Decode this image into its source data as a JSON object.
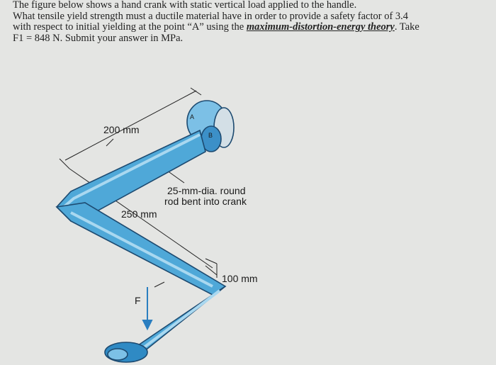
{
  "problem": {
    "line1": "The figure below shows a hand crank with static vertical load applied to the handle.",
    "line2": "What tensile yield strength must a ductile material have in order to provide a safety factor of 3.4",
    "line3_pre": "with respect to initial yielding at the point “A” using the ",
    "theory": "maximum-distortion-energy theory",
    "line3_post": ". Take",
    "line4": "F1 = 848 N. Submit your answer in MPa."
  },
  "figure": {
    "dim_200": "200 mm",
    "dim_250": "250 mm",
    "dim_100": "100 mm",
    "rod_note_1": "25-mm-dia. round",
    "rod_note_2": "rod bent into crank",
    "point_a": "A",
    "point_b": "B",
    "force_label": "F"
  },
  "colors": {
    "rod_fill": "#4fa8d8",
    "rod_highlight": "#a9d8f0",
    "rod_edge": "#1d4a70",
    "force_arrow": "#2a7ec0",
    "background": "#e4e5e3"
  }
}
